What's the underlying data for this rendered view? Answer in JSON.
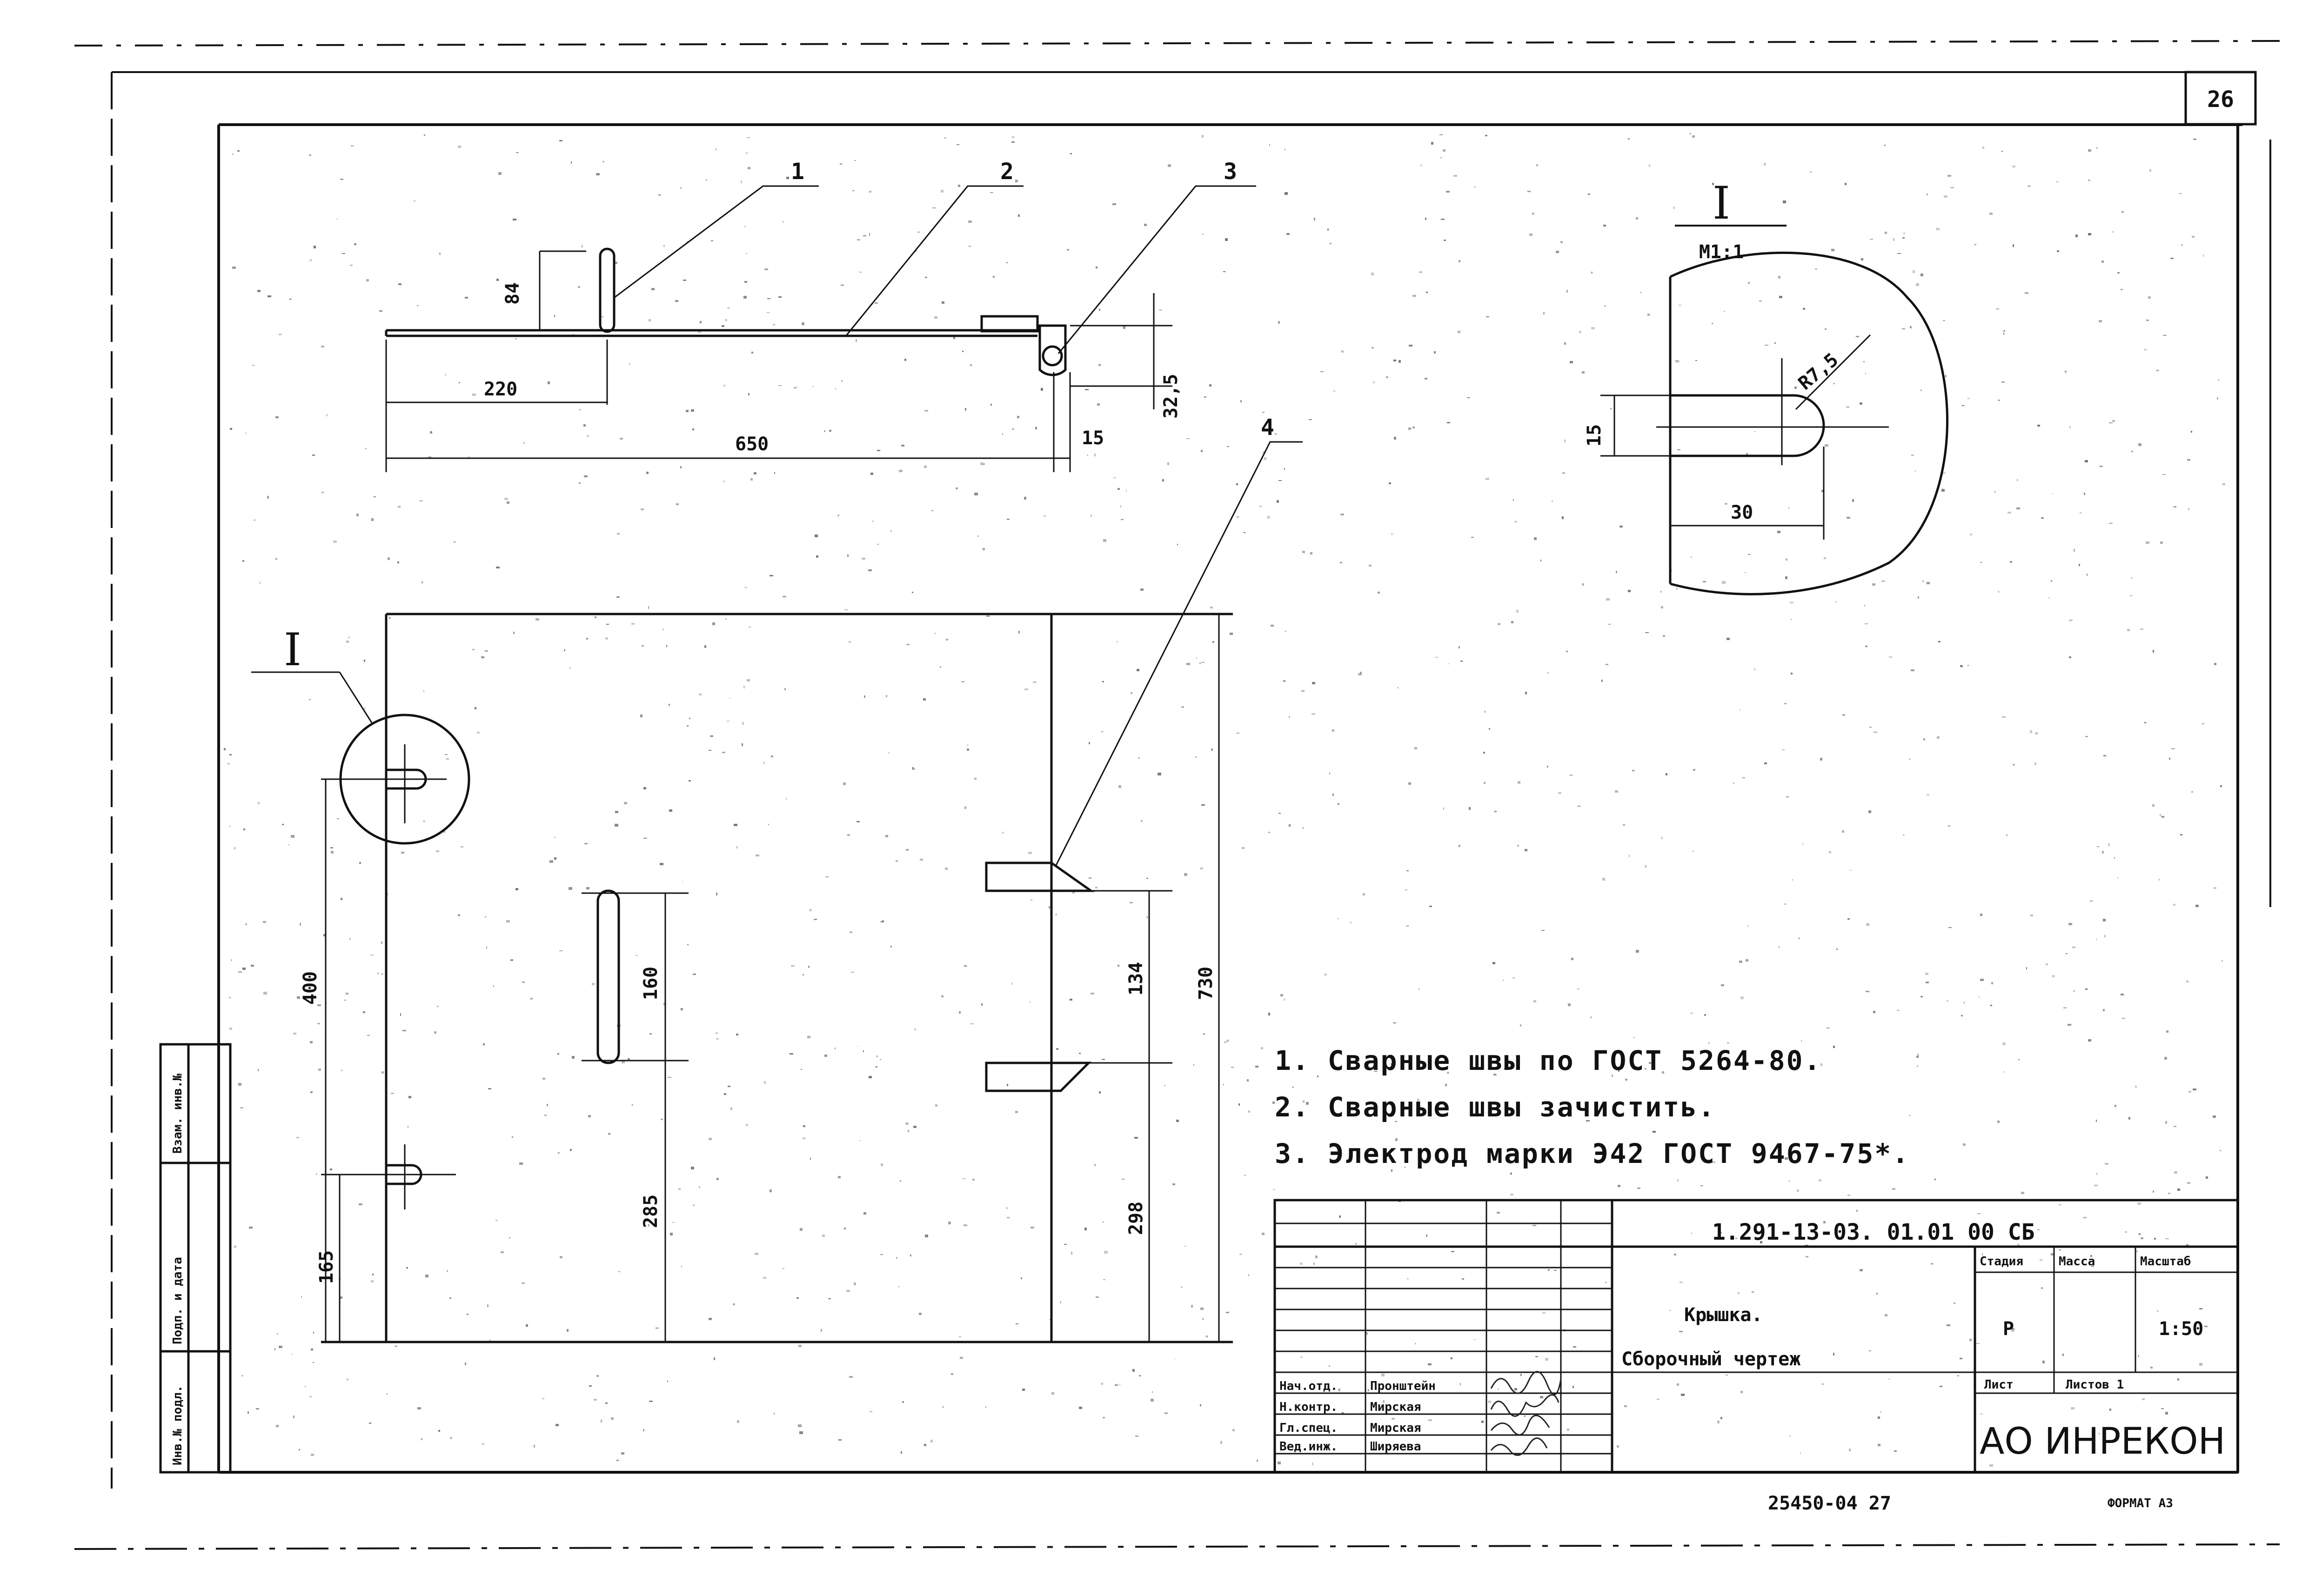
{
  "sheet": {
    "page_number": "26",
    "bottom_number": "25450-04  27",
    "format_label": "ФОРМАТ А3"
  },
  "views": {
    "top_view": {
      "callouts": [
        "1",
        "2",
        "3"
      ],
      "dims": {
        "height_84": "84",
        "len_220": "220",
        "len_650": "650",
        "len_15": "15",
        "dia_32_5": "32,5"
      }
    },
    "front_view": {
      "callout_item": "4",
      "detail_marker": "I",
      "dims": {
        "d400": "400",
        "d165": "165",
        "d160": "160",
        "d285": "285",
        "d134": "134",
        "d298": "298",
        "d730": "730"
      }
    },
    "detail": {
      "label": "I",
      "scale": "M1:1",
      "dims": {
        "radius": "R7,5",
        "width": "15",
        "depth": "30"
      }
    }
  },
  "notes": [
    "1. Сварные  швы  по  ГОСТ  5264-80.",
    "2. Сварные  швы  зачистить.",
    "3. Электрод  марки  Э42  ГОСТ  9467-75*."
  ],
  "title_block": {
    "designation": "1.291-13-03. 01.01 00 СБ",
    "title_line1": "Крышка.",
    "title_line2": "Сборочный  чертеж",
    "stage_header": "Стадия",
    "mass_header": "Масса",
    "scale_header": "Масштаб",
    "stage_value": "Р",
    "scale_value": "1:50",
    "sheet_label": "Лист",
    "sheets_label": "Листов 1",
    "company": "АО ИНРЕКОН",
    "roles": [
      "Нач.отд.",
      "Н.контр.",
      "Гл.спец.",
      "Вед.инж."
    ],
    "names": [
      "Пронштейн",
      "Мирская",
      "Мирская",
      "Ширяева"
    ]
  },
  "side_stamp": [
    "Инв.№ подл.",
    "Подп. и дата",
    "Взам. инв.№"
  ]
}
